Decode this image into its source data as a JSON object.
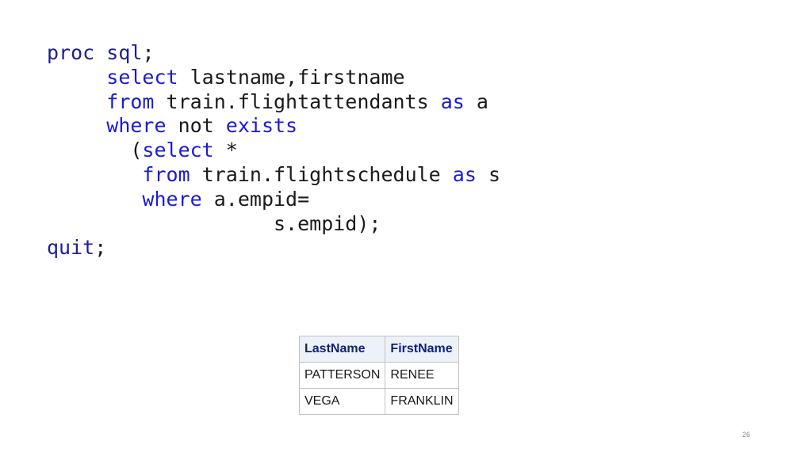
{
  "code": {
    "line1": {
      "kw1": "proc",
      "sp": " ",
      "kw2": "sql",
      "punct": ";"
    },
    "line2": {
      "indent": "     ",
      "kw": "select",
      "rest": " lastname,firstname"
    },
    "line3": {
      "indent": "     ",
      "kw": "from",
      "mid": " train.flightattendants ",
      "kw2": "as",
      "rest": " a"
    },
    "line4": {
      "indent": "     ",
      "kw": "where",
      "mid": " not ",
      "kw2": "exists"
    },
    "line5": {
      "indent": "       ",
      "paren": "(",
      "kw": "select",
      "rest": " *"
    },
    "line6": {
      "indent": "        ",
      "kw": "from",
      "mid": " train.flightschedule ",
      "kw2": "as",
      "rest": " s"
    },
    "line7": {
      "indent": "        ",
      "kw": "where",
      "rest": " a.empid="
    },
    "line8": {
      "indent": "                   ",
      "rest": "s.empid);"
    },
    "line9": {
      "kw": "quit",
      "punct": ";"
    }
  },
  "result_table": {
    "headers": [
      "LastName",
      "FirstName"
    ],
    "rows": [
      [
        "PATTERSON",
        "RENEE"
      ],
      [
        "VEGA",
        "FRANKLIN"
      ]
    ]
  },
  "page_number": "26",
  "colors": {
    "code_keyword_navy": "#1f1f8f",
    "code_keyword_blue": "#1a1adc",
    "code_text": "#1a1a1a",
    "table_header_bg": "#edf2f9",
    "table_header_text": "#112277",
    "table_border": "#c1c1c1"
  }
}
